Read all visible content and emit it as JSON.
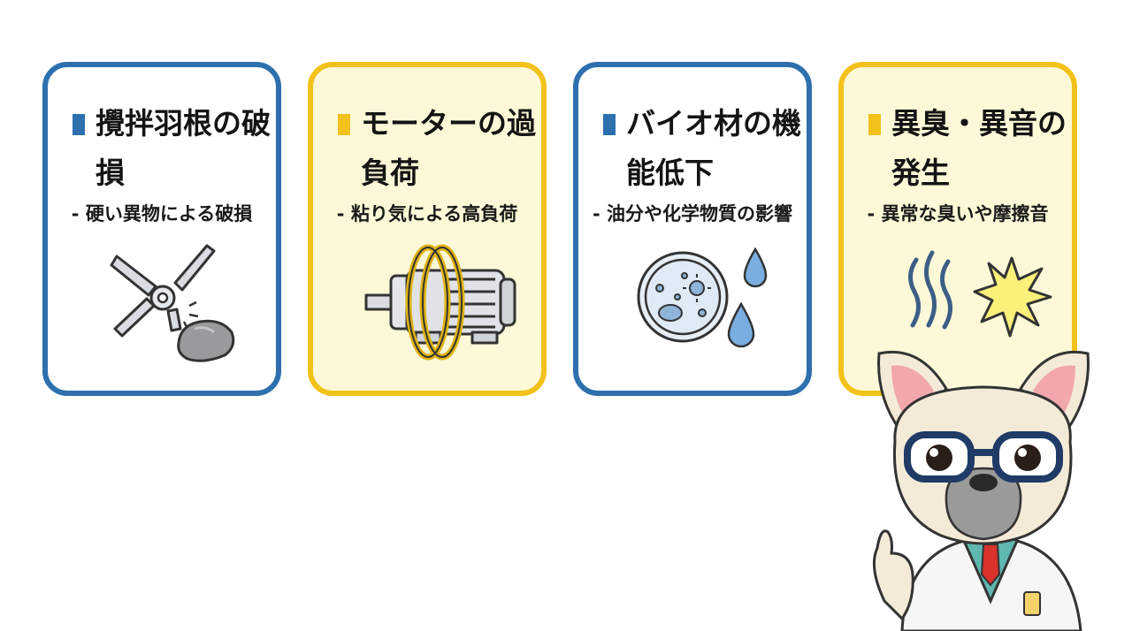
{
  "cards": [
    {
      "title": "攪拌羽根の破損",
      "subtitle": "- 硬い異物による破損",
      "icon": "broken-blade-icon",
      "theme": "blue"
    },
    {
      "title": "モーターの過負荷",
      "subtitle": "- 粘り気による高負荷",
      "icon": "motor-icon",
      "theme": "yellow"
    },
    {
      "title": "バイオ材の機能低下",
      "subtitle": "- 油分や化学物質の影響",
      "icon": "petri-dish-icon",
      "theme": "blue"
    },
    {
      "title": "異臭・異音の発生",
      "subtitle": "- 異常な臭いや摩擦音",
      "icon": "odor-noise-icon",
      "theme": "yellow"
    }
  ],
  "colors": {
    "blue": "#2e6fad",
    "yellow": "#f2c21b",
    "yellow_bg": "#fdf9d8"
  },
  "mascot": {
    "icon": "bulldog-scientist-icon"
  }
}
